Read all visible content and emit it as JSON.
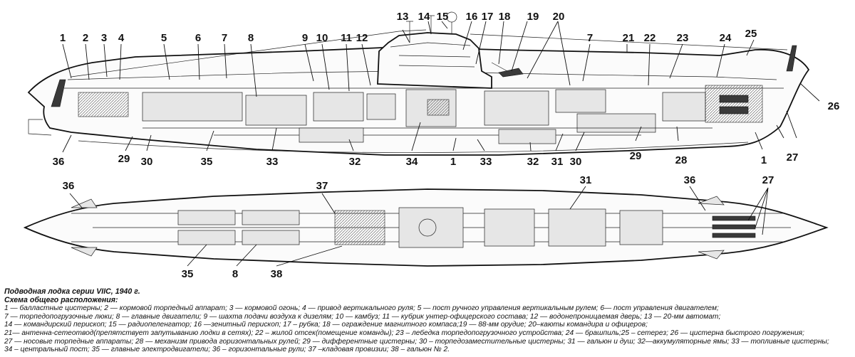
{
  "caption": {
    "title": "Подводная лодка серии VIIC, 1940 г.",
    "subtitle": "Схема общего расположения:",
    "lines": [
      "1 — балластные цистерны; 2 — кормовой торпедный аппарат; 3 — кормовой огонь; 4 — привод вертикального руля; 5 — пост ручного управления вертикальным рулем; 6— пост управления двигателем;",
      "7 — торпедопогрузочные люки; 8 — главные двигатели; 9 — шахта подачи воздуха к дизелям; 10 — камбуз; 11 — кубрик унтер-офицерского состава; 12 — водонепроницаемая дверь; 13 — 20-мм автомат;",
      "14 — командирский перископ; 15 — радиопеленгатор; 16 —зенитный перископ; 17 – рубка; 18 — ограждение магнитного компаса;19 — 88-мм орудие; 20–каюты командира и офицеров;",
      "21— антенна-сетеотвод(препятствует запутыванию лодки в сетях); 22 – жилой отсек(помещение команды); 23 – лебедка торпедопогрузочного устройства; 24 — брашпиль;25 – сетерез; 26 — цистерна быстрого погружения;",
      "27 — носовые торпедные аппараты; 28 — механизм привода горизонтальных рулей; 29 — дифферентные цистерны; 30 – торпедозаместительные цистерны; 31 — гальюн и душ; 32—аккумуляторные ямы; 33 — топливные цистерны;",
      "34 – центральный пост; 35 — главные электродвигатели; 36 – горизонтальные рули; 37 –кладовая провизии; 38 – гальюн № 2."
    ]
  },
  "side_view_labels": {
    "top": [
      "1",
      "2",
      "3",
      "4",
      "5",
      "6",
      "7",
      "8",
      "9",
      "10",
      "11",
      "12",
      "13",
      "14",
      "15",
      "16",
      "17",
      "18",
      "19",
      "20",
      "7",
      "21",
      "22",
      "23",
      "24",
      "25"
    ],
    "right": [
      "26",
      "27"
    ],
    "bottom": [
      "36",
      "29",
      "30",
      "35",
      "33",
      "32",
      "34",
      "1",
      "33",
      "32",
      "31",
      "30",
      "29",
      "28",
      "1"
    ]
  },
  "plan_view_labels": {
    "top": [
      "36",
      "37",
      "31",
      "36",
      "27"
    ],
    "bottom": [
      "35",
      "8",
      "38"
    ]
  }
}
